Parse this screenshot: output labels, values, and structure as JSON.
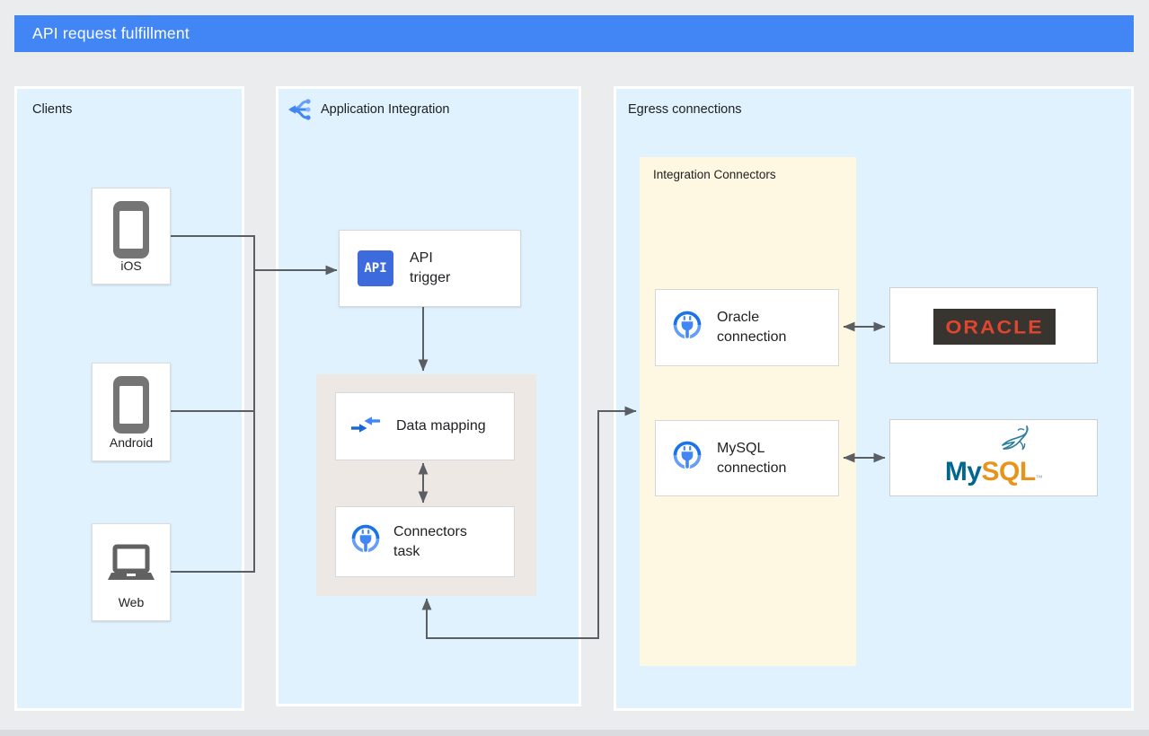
{
  "banner": {
    "title": "API request fulfillment"
  },
  "panels": {
    "clients": {
      "label": "Clients"
    },
    "application_integration": {
      "label": "Application Integration"
    },
    "egress": {
      "label": "Egress connections"
    }
  },
  "clients": {
    "ios_label": "iOS",
    "android_label": "Android",
    "web_label": "Web"
  },
  "application_integration": {
    "api_trigger": {
      "icon_text": "API",
      "label": "API\ntrigger"
    },
    "data_mapping": {
      "label": "Data mapping"
    },
    "connectors_task": {
      "label": "Connectors\ntask"
    }
  },
  "egress": {
    "integration_connectors_label": "Integration Connectors",
    "oracle_connection_label": "Oracle\nconnection",
    "mysql_connection_label": "MySQL\nconnection",
    "oracle_logo_text": "ORACLE",
    "mysql_logo": {
      "my": "My",
      "sql": "SQL",
      "tm": "™"
    }
  },
  "icons": {
    "application_integration": "integration-branches-icon",
    "ios": "smartphone-icon",
    "android": "smartphone-icon",
    "web": "laptop-icon",
    "api_trigger": "api-badge-icon",
    "data_mapping": "merge-arrows-icon",
    "connector": "plug-circle-icon",
    "mysql": "dolphin-icon"
  },
  "colors": {
    "banner_blue": "#4285F4",
    "panel_fill": "#DFF2FD",
    "canvas_grey": "#EAECEE",
    "connectors_yellow": "#FEF7E1",
    "process_grey": "#EEE8E4",
    "line_grey": "#5B5F64",
    "oracle_red": "#DF452F",
    "oracle_dark": "#383430",
    "mysql_teal": "#00678F",
    "mysql_orange": "#E8941C"
  }
}
